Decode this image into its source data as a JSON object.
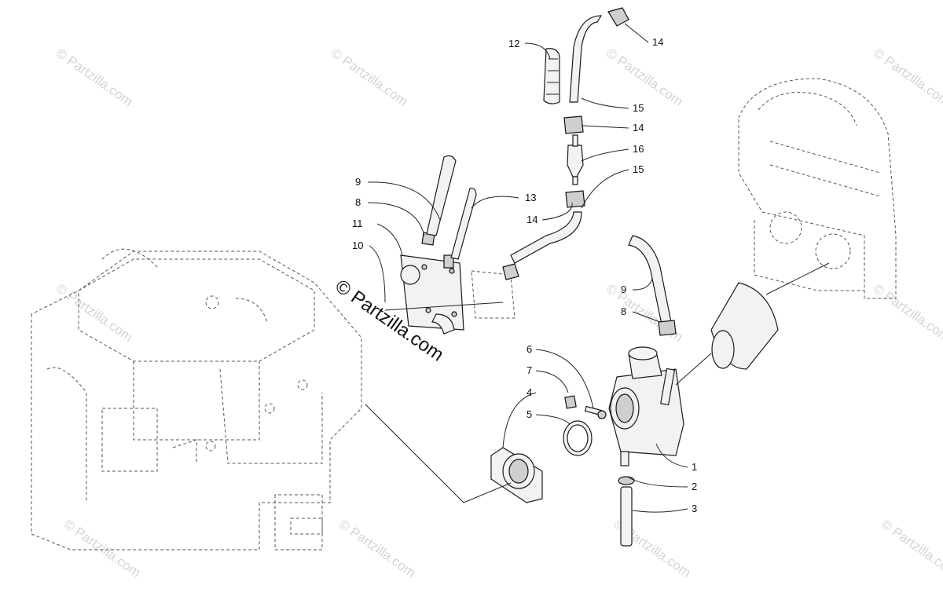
{
  "watermark": {
    "main_text": "© Partzilla.com",
    "tile_text": "© Partzilla.com"
  },
  "callouts": [
    {
      "id": "c12",
      "label": "12"
    },
    {
      "id": "c14a",
      "label": "14"
    },
    {
      "id": "c15a",
      "label": "15"
    },
    {
      "id": "c14b",
      "label": "14"
    },
    {
      "id": "c16",
      "label": "16"
    },
    {
      "id": "c15b",
      "label": "15"
    },
    {
      "id": "c14c",
      "label": "14"
    },
    {
      "id": "c13",
      "label": "13"
    },
    {
      "id": "c9a",
      "label": "9"
    },
    {
      "id": "c8a",
      "label": "8"
    },
    {
      "id": "c11",
      "label": "11"
    },
    {
      "id": "c10",
      "label": "10"
    },
    {
      "id": "c9b",
      "label": "9"
    },
    {
      "id": "c8b",
      "label": "8"
    },
    {
      "id": "c6",
      "label": "6"
    },
    {
      "id": "c7",
      "label": "7"
    },
    {
      "id": "c4",
      "label": "4"
    },
    {
      "id": "c5",
      "label": "5"
    },
    {
      "id": "c1",
      "label": "1"
    },
    {
      "id": "c2",
      "label": "2"
    },
    {
      "id": "c3",
      "label": "3"
    }
  ],
  "colors": {
    "line": "#1a1a1a",
    "watermark": "#d4d4d4",
    "background": "#ffffff"
  }
}
